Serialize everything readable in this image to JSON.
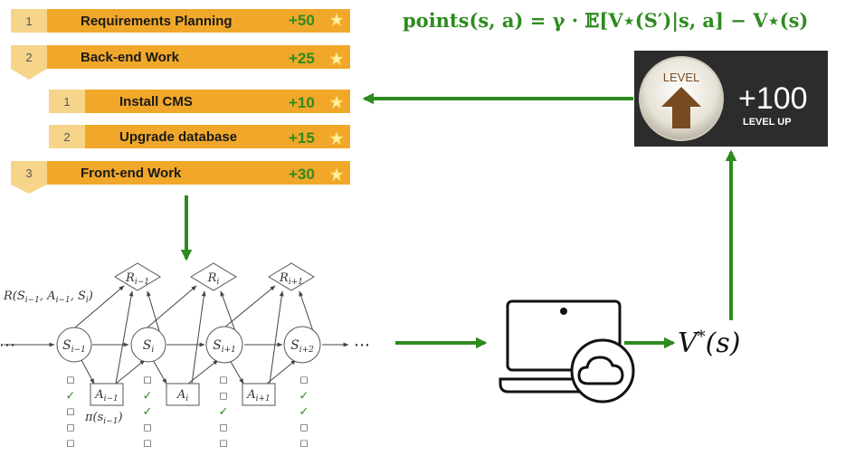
{
  "formula": "points(s, a) = γ · 𝔼[V⋆(S′)|s, a] − V⋆(s)",
  "tasks": [
    {
      "num": "1",
      "title": "Requirements Planning",
      "points": "+50"
    },
    {
      "num": "2",
      "title": "Back-end Work",
      "points": "+25"
    },
    {
      "num": "1",
      "title": "Install CMS",
      "points": "+10"
    },
    {
      "num": "2",
      "title": "Upgrade database",
      "points": "+15"
    },
    {
      "num": "3",
      "title": "Front-end Work",
      "points": "+30"
    }
  ],
  "badge": {
    "level_word": "LEVEL",
    "points": "+100",
    "caption": "LEVEL UP"
  },
  "mdp": {
    "reward_function": "R(S_{i−1}, A_{i−1}, S_i)",
    "states": [
      "S_{i−1}",
      "S_i",
      "S_{i+1}",
      "S_{i+2}"
    ],
    "actions": [
      "A_{i−1}",
      "A_i",
      "A_{i+1}"
    ],
    "rewards": [
      "R_{i−1}",
      "R_i",
      "R_{i+1}"
    ],
    "policy": "π(s_{i−1})",
    "ellipsis": "⋯",
    "checklists": [
      [
        "☐",
        "✓",
        "☐",
        "☐",
        "☐"
      ],
      [
        "☐",
        "✓",
        "✓",
        "☐",
        "☐"
      ],
      [
        "☐",
        "☐",
        "✓",
        "☐",
        "☐"
      ],
      [
        "☐",
        "✓",
        "✓",
        "☐",
        "☐"
      ]
    ]
  },
  "value_label": "V*(s)",
  "colors": {
    "arrow": "#2e8b1f",
    "task_bar": "#f1a82a",
    "task_num": "#f6d48a",
    "points": "#2e8b1f"
  },
  "icons": [
    "star-icon",
    "level-up-arrow-icon",
    "laptop-cloud-icon"
  ]
}
